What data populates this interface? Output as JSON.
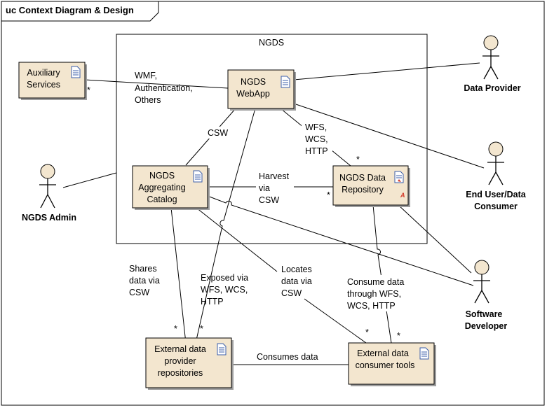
{
  "frame": {
    "title": "uc Context Diagram & Design"
  },
  "system_boundary": {
    "label": "NGDS"
  },
  "components": {
    "auxiliary_services": {
      "lines": [
        "Auxiliary",
        "Services"
      ]
    },
    "webapp": {
      "lines": [
        "NGDS",
        "WebApp"
      ]
    },
    "catalog": {
      "lines": [
        "NGDS",
        "Aggregating",
        "Catalog"
      ]
    },
    "repository": {
      "lines": [
        "NGDS Data",
        "Repository"
      ]
    },
    "external_providers": {
      "lines": [
        "External data",
        "provider",
        "repositories"
      ]
    },
    "consumer_tools": {
      "lines": [
        "External data",
        "consumer tools"
      ]
    }
  },
  "actors": {
    "data_provider": {
      "lines": [
        "Data Provider"
      ]
    },
    "end_user": {
      "lines": [
        "End User/Data",
        "Consumer"
      ]
    },
    "admin": {
      "lines": [
        "NGDS Admin"
      ]
    },
    "developer": {
      "lines": [
        "Software",
        "Developer"
      ]
    }
  },
  "edge_labels": {
    "wmf": [
      "WMF,",
      "Authentication,",
      "Others"
    ],
    "csw": [
      "CSW"
    ],
    "wfs": [
      "WFS,",
      "WCS,",
      "HTTP"
    ],
    "harvest": [
      "Harvest",
      "via",
      "CSW"
    ],
    "shares": [
      "Shares",
      "data via",
      "CSW"
    ],
    "exposed": [
      "Exposed via",
      "WFS,  WCS,",
      "HTTP"
    ],
    "locates": [
      "Locates",
      "data via",
      "CSW"
    ],
    "consume_through": [
      "Consume data",
      "through WFS,",
      "WCS, HTTP"
    ],
    "consumes": [
      "Consumes data"
    ]
  },
  "multiplicity": "*",
  "colors": {
    "component_fill": "#f3e6cf",
    "border": "#000000",
    "shadow": "#9e9e9e"
  },
  "icons": {
    "component": "document-icon",
    "repository": "document-red-marker-icon"
  }
}
